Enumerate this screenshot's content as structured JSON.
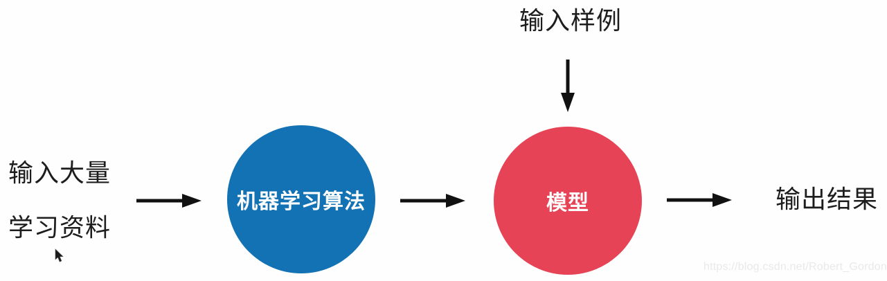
{
  "page": {
    "background": "#fefefe"
  },
  "colors": {
    "arrow": "#111111",
    "label_text": "#1d1d1d",
    "algorithm_circle": "#1272b4",
    "model_circle": "#e64456",
    "circle_text": "#fdfdfd",
    "watermark": "#e9e9e9"
  },
  "diagram": {
    "input_label": {
      "line1": "输入大量",
      "line2": "学习资料"
    },
    "sample_label": "输入样例",
    "algorithm_node_label": "机器学习算法",
    "model_node_label": "模型",
    "output_label": "输出结果",
    "icons": {
      "arrow_right": "→",
      "arrow_down": "↓",
      "cursor": "pointer"
    }
  },
  "watermark": "https://blog.csdn.net/Robert_Gordon"
}
